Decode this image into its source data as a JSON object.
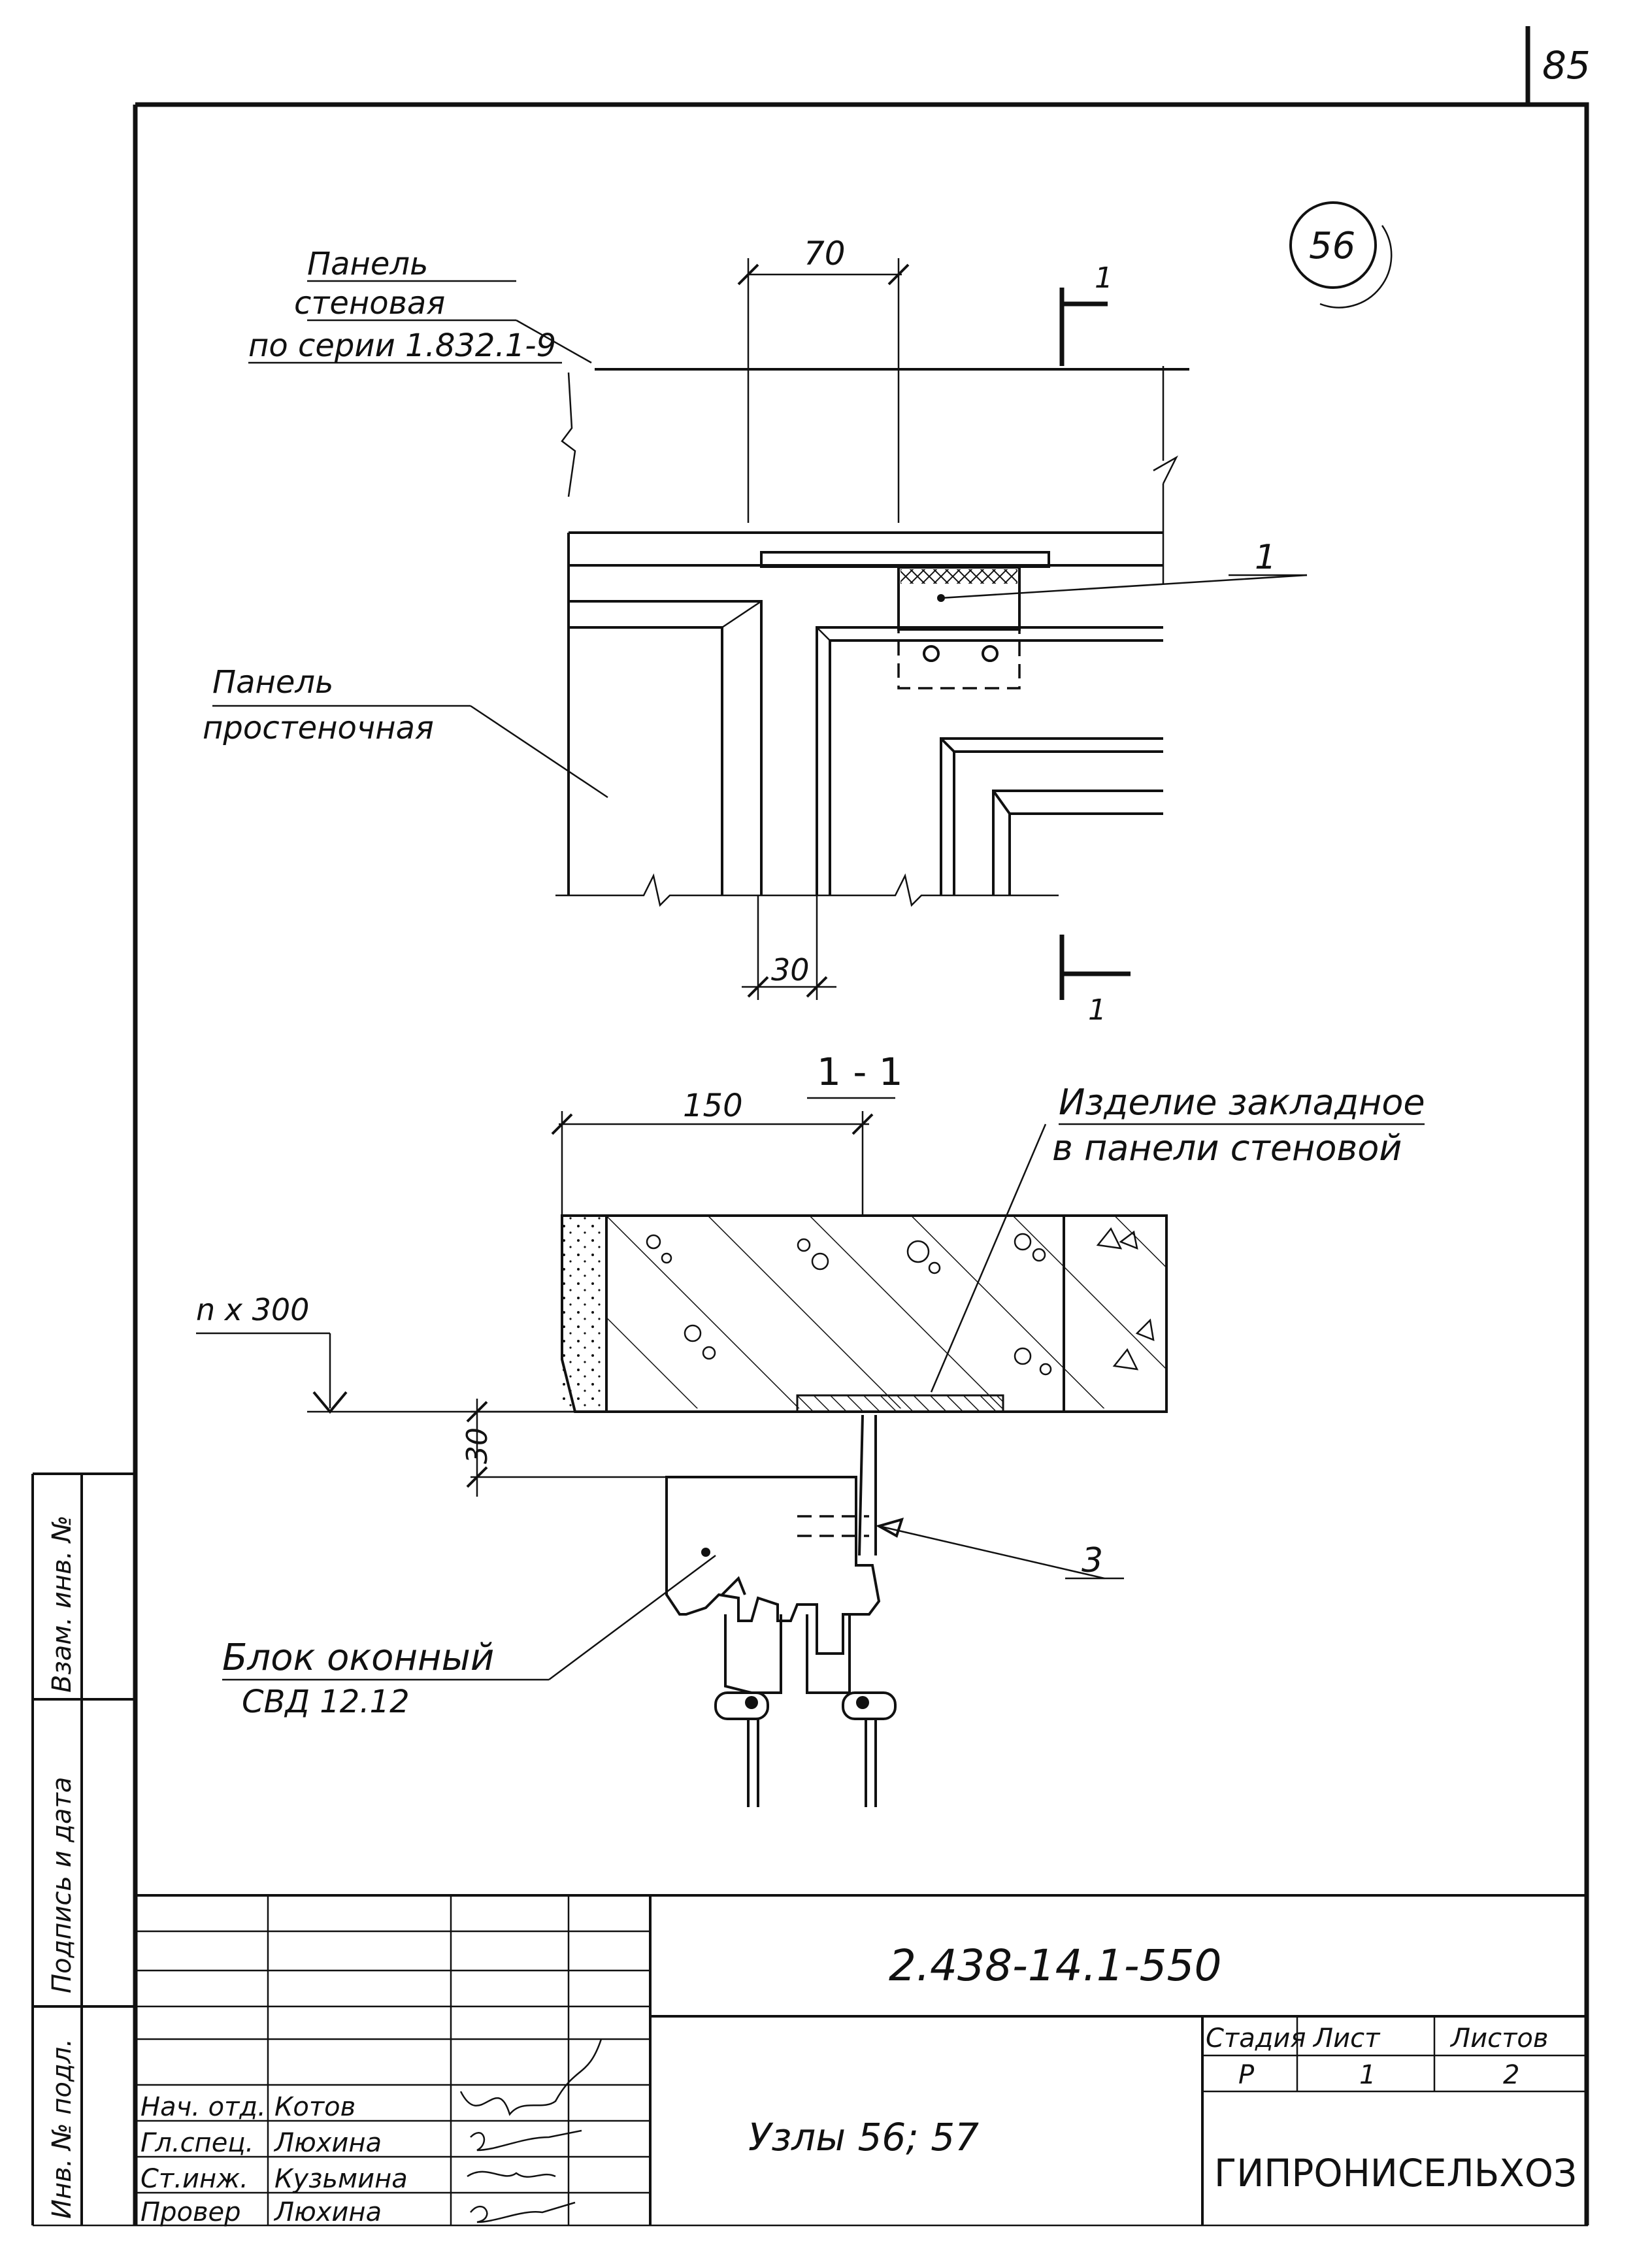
{
  "sheet_number": "85",
  "node_circle": "56",
  "detail_top": {
    "label_wall_panel": [
      "Панель",
      "стеновая",
      "по серии 1.832.1-9"
    ],
    "label_pier_panel": [
      "Панель",
      "простеночная"
    ],
    "dim_70": "70",
    "dim_30": "30",
    "callout_1": "1",
    "section_mark": "1"
  },
  "section": {
    "title": "1 - 1",
    "dim_150": "150",
    "label_embedded": [
      "Изделие закладное",
      "в панели стеновой"
    ],
    "label_step": "n x 300",
    "dim_30": "30",
    "callout_3": "3",
    "label_window": [
      "Блок оконный",
      "СВД 12.12"
    ]
  },
  "side_stamp": [
    "Инв. № подл.",
    "Подпись и дата",
    "Взам. инв. №"
  ],
  "title_block": {
    "doc_code": "2.438-14.1-550",
    "sheet_title": "Узлы 56; 57",
    "organization": "ГИПРОНИСЕЛЬХОЗ",
    "stage_header": "Стадия",
    "sheet_header": "Лист",
    "sheets_header": "Листов",
    "stage_value": "Р",
    "sheet_value": "1",
    "sheets_value": "2",
    "signatures": [
      {
        "role": "Нач. отд.",
        "name": "Котов"
      },
      {
        "role": "Гл.спец.",
        "name": "Люхина"
      },
      {
        "role": "Ст.инж.",
        "name": "Кузьмина"
      },
      {
        "role": "Провер",
        "name": "Люхина"
      }
    ]
  }
}
